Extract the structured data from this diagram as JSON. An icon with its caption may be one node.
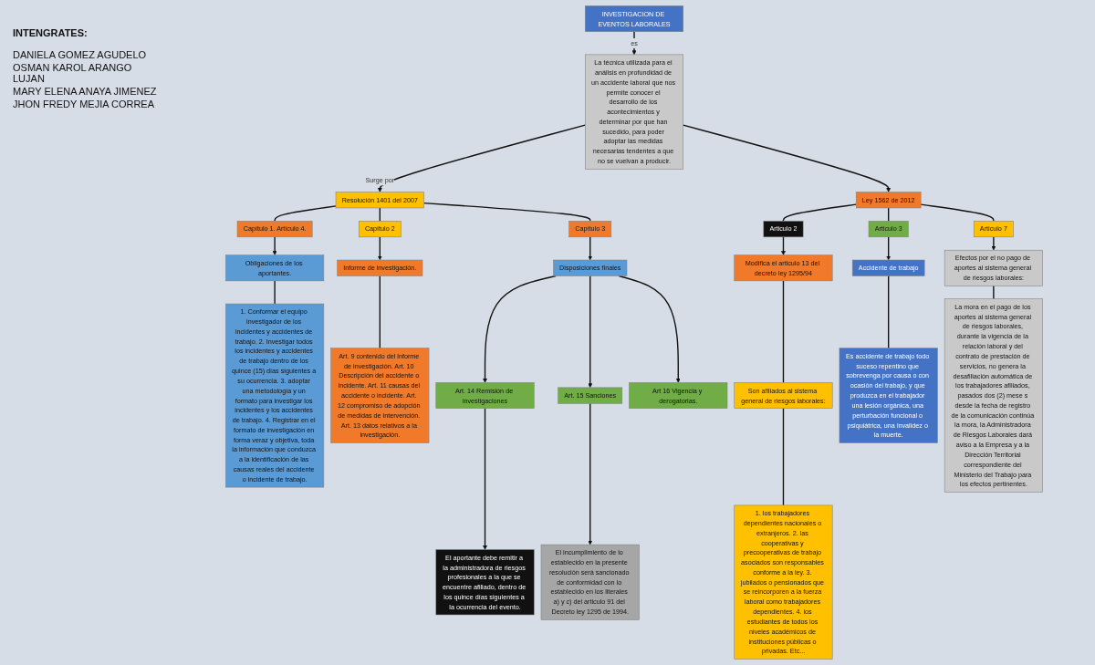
{
  "diagram": {
    "nodes": [
      {
        "text": [
          "INVESTIGACION DE EVENTOS LABORALES"
        ]
      },
      {
        "text": [
          "La técnica utilizada para el análisis en profundidad de un accidente laboral que nos permite conocer el desarrollo de los acontecimientos y determinar por que han sucedido, para poder adoptar las medidas necesarias tendentes a que no se vuelvan a producir."
        ]
      },
      {
        "text": [
          "Resolución 1401 del 2007"
        ]
      },
      {
        "text": [
          "Ley 1562 de 2012"
        ]
      },
      {
        "text": [
          "Capítulo 1. Artículo 4."
        ]
      },
      {
        "text": [
          "Capítulo 2"
        ]
      },
      {
        "text": [
          "Capítulo 3"
        ]
      },
      {
        "text": [
          "Articulo 2"
        ]
      },
      {
        "text": [
          "Articulo 3"
        ]
      },
      {
        "text": [
          "Articulo 7"
        ]
      },
      {
        "text": [
          "Obligaciones de los aportantes."
        ]
      },
      {
        "text": [
          "Informe de investigación."
        ]
      },
      {
        "text": [
          "Disposiciones finales"
        ]
      },
      {
        "text": [
          "Modifica el articulo 13 del decreto ley 1295/94"
        ]
      },
      {
        "text": [
          "Accidente de trabajo"
        ]
      },
      {
        "text": [
          "Efectos por el no pago de aportes al sistema general de riesgos laborales:"
        ]
      },
      {
        "text": [
          "1. Conformar el equipo investigador de los incidentes y accidentes de trabajo. 2. Investigar todos los incidentes y accidentes de trabajo dentro de los quince (15) días siguientes a su ocurrencia. 3. adoptar una metodología y un formato para investigar los incidentes y los accidentes de trabajo. 4. Registrar en el formato de investigación en forma veraz y objetiva, toda la información que conduzca a la identificación de las causas reales del accidente o incidente de trabajo."
        ]
      },
      {
        "text": [
          "Art. 9 contenido del informe de investigación. Art. 10 Descripción del accidente o incidente. Art. 11 causas del accidente o incidente. Art. 12 compromiso de adopción de medidas de intervención. Art. 13 datos relativos a la investigación."
        ]
      },
      {
        "text": [
          "Art. 14 Remisión de investigaciones"
        ]
      },
      {
        "text": [
          "Art. 15 Sanciones"
        ]
      },
      {
        "text": [
          "Art 16 Vigencia y derogatorias."
        ]
      },
      {
        "text": [
          "Son afiliados al sistema general de riesgos laborales:"
        ]
      },
      {
        "text": [
          "Es accidente de trabajo todo suceso repentino que sobrevenga por causa o con ocasión del trabajo, y que produzca en el trabajador una lesión orgánica, una perturbación funcional o psiquiátrica, una invalidez o la muerte."
        ]
      },
      {
        "text": [
          "La mora en el pago de los aportes al sistema general de riesgos laborales, durante la vigencia de la relación laboral y del contrato de prestación de servicios, no genera la desafiliación automática de los trabajadores afiliados, pasados dos (2) mese s desde la fecha de registro de la comunicación continúa la mora, la Administradora de Riesgos Laborales dará aviso a la Empresa y a la Dirección Territorial correspondiente del Ministerio del Trabajo para los efectos pertinentes."
        ]
      },
      {
        "text": [
          "El aportante debe remitir a la administradora de riesgos profesionales a la que se encuentre afiliado, dentro de los quince días siguientes a la ocurrencia del evento."
        ]
      },
      {
        "text": [
          "El incumplimiento de lo establecido en la presente resolución será sancionado de conformidad con lo establecido en los literales a) y c) del articulo 91 del Decreto ley 1295 de 1994."
        ]
      },
      {
        "text": [
          "1. los trabajadores dependientes nacionales o extranjeros. 2. las cooperativas y precooperativas de trabajo asociados son responsables conforme a la ley. 3. jubilados o pensionados que se reincorporen a la fuerza laboral como trabajadores dependientes. 4. los estudiantes de todos los niveles académicos de instituciones públicas o privadas. Etc..."
        ]
      }
    ],
    "edges": [
      {
        "from": 0,
        "to": 1,
        "arrow": "to",
        "label": "es"
      },
      {
        "from": 1,
        "to": 2,
        "arrow": "to",
        "label": "Surge por"
      },
      {
        "from": 1,
        "to": 3,
        "arrow": "to"
      },
      {
        "from": 2,
        "to": 4,
        "arrow": "none"
      },
      {
        "from": 2,
        "to": 5,
        "arrow": "none"
      },
      {
        "from": 2,
        "to": 6,
        "arrow": "none"
      },
      {
        "from": 3,
        "to": 7,
        "arrow": "none"
      },
      {
        "from": 3,
        "to": 8,
        "arrow": "none"
      },
      {
        "from": 3,
        "to": 9,
        "arrow": "none"
      },
      {
        "from": 4,
        "to": 10,
        "arrow": "to"
      },
      {
        "from": 5,
        "to": 11,
        "arrow": "to"
      },
      {
        "from": 6,
        "to": 12,
        "arrow": "to"
      },
      {
        "from": 7,
        "to": 13,
        "arrow": "to"
      },
      {
        "from": 8,
        "to": 14,
        "arrow": "to"
      },
      {
        "from": 9,
        "to": 15,
        "arrow": "to"
      },
      {
        "from": 10,
        "to": 16,
        "arrow": "none"
      },
      {
        "from": 11,
        "to": 17,
        "arrow": "none"
      },
      {
        "from": 12,
        "to": 18,
        "arrow": "to"
      },
      {
        "from": 12,
        "to": 19,
        "arrow": "to"
      },
      {
        "from": 12,
        "to": 20,
        "arrow": "to"
      },
      {
        "from": 13,
        "to": 21,
        "arrow": "none"
      },
      {
        "from": 14,
        "to": 22,
        "arrow": "none"
      },
      {
        "from": 15,
        "to": 23,
        "arrow": "none"
      },
      {
        "from": 18,
        "to": 24,
        "arrow": "to"
      },
      {
        "from": 19,
        "to": 25,
        "arrow": "to"
      },
      {
        "from": 21,
        "to": 26,
        "arrow": "none"
      }
    ],
    "labels": [
      "INTENGRATES:",
      "DANIELA GOMEZ AGUDELO",
      "OSMAN KAROL ARANGO LUJAN",
      "MARY ELENA ANAYA JIMENEZ",
      "JHON FREDY MEJIA CORREA"
    ]
  }
}
